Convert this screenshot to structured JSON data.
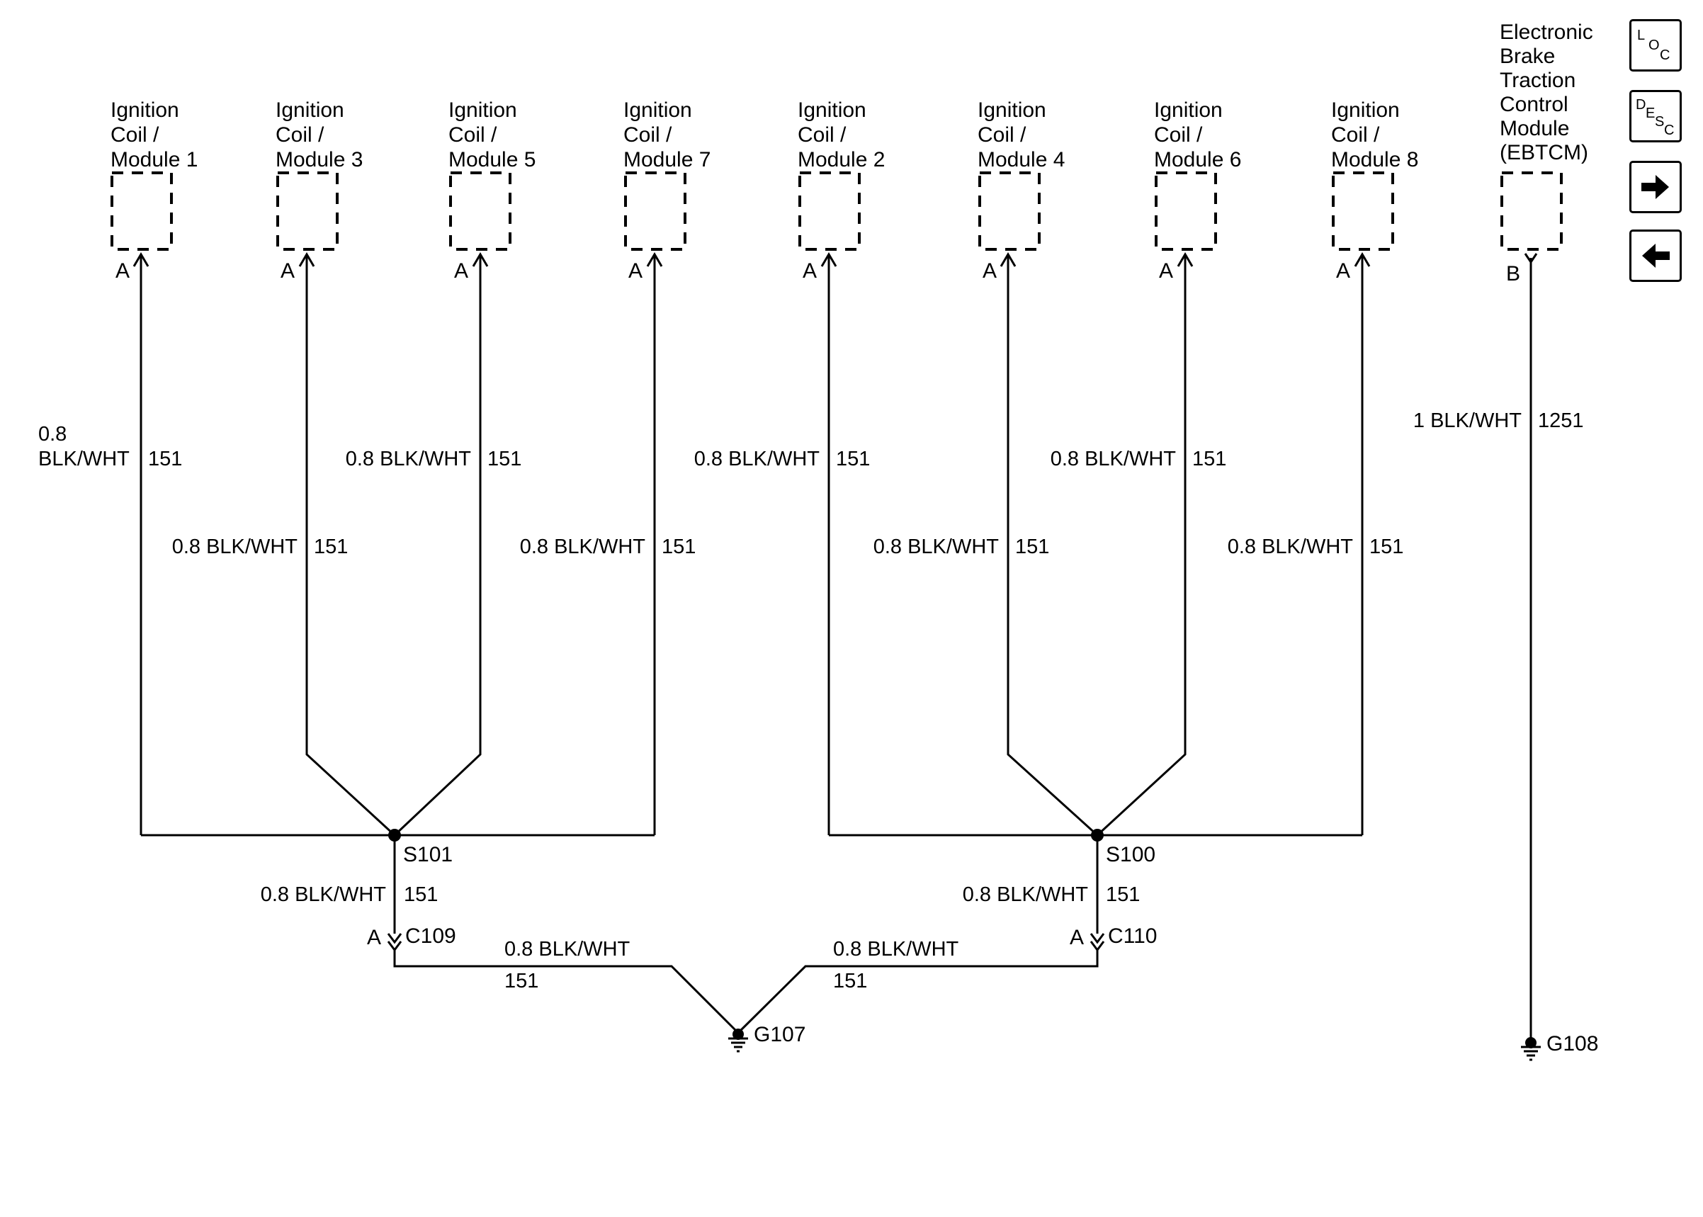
{
  "modules": [
    {
      "name_lines": [
        "Ignition",
        "Coil /",
        "Module 1"
      ],
      "pin": "A"
    },
    {
      "name_lines": [
        "Ignition",
        "Coil /",
        "Module 3"
      ],
      "pin": "A"
    },
    {
      "name_lines": [
        "Ignition",
        "Coil /",
        "Module 5"
      ],
      "pin": "A"
    },
    {
      "name_lines": [
        "Ignition",
        "Coil /",
        "Module 7"
      ],
      "pin": "A"
    },
    {
      "name_lines": [
        "Ignition",
        "Coil /",
        "Module 2"
      ],
      "pin": "A"
    },
    {
      "name_lines": [
        "Ignition",
        "Coil /",
        "Module 4"
      ],
      "pin": "A"
    },
    {
      "name_lines": [
        "Ignition",
        "Coil /",
        "Module 6"
      ],
      "pin": "A"
    },
    {
      "name_lines": [
        "Ignition",
        "Coil /",
        "Module 8"
      ],
      "pin": "A"
    },
    {
      "name_lines": [
        "Electronic",
        "Brake",
        "Traction",
        "Control",
        "Module",
        "(EBTCM)"
      ],
      "pin": "B"
    }
  ],
  "wires": {
    "module_1": {
      "size_color_lines": [
        "0.8",
        "BLK/WHT"
      ],
      "circuit": "151"
    },
    "module_3": {
      "size_color": "0.8 BLK/WHT",
      "circuit": "151"
    },
    "module_5": {
      "size_color": "0.8 BLK/WHT",
      "circuit": "151"
    },
    "module_7": {
      "size_color": "0.8 BLK/WHT",
      "circuit": "151"
    },
    "module_2": {
      "size_color": "0.8 BLK/WHT",
      "circuit": "151"
    },
    "module_4": {
      "size_color": "0.8 BLK/WHT",
      "circuit": "151"
    },
    "module_6": {
      "size_color": "0.8 BLK/WHT",
      "circuit": "151"
    },
    "module_8": {
      "size_color": "0.8 BLK/WHT",
      "circuit": "151"
    },
    "ebtcm": {
      "size_color": "1 BLK/WHT",
      "circuit": "1251"
    },
    "s101_down": {
      "size_color": "0.8 BLK/WHT",
      "circuit": "151"
    },
    "s100_down": {
      "size_color": "0.8 BLK/WHT",
      "circuit": "151"
    },
    "c109_to_g107": {
      "size_color": "0.8 BLK/WHT",
      "circuit": "151"
    },
    "c110_to_g107": {
      "size_color": "0.8 BLK/WHT",
      "circuit": "151"
    }
  },
  "splices": {
    "left": "S101",
    "right": "S100"
  },
  "connectors": {
    "left": {
      "name": "C109",
      "pin": "A"
    },
    "right": {
      "name": "C110",
      "pin": "A"
    }
  },
  "grounds": {
    "main": "G107",
    "ebtcm": "G108"
  },
  "nav": {
    "loc": {
      "l1": "L",
      "l2": "O",
      "l3": "C",
      "icon": "location-icon"
    },
    "desc": {
      "l1": "D",
      "l2": "E",
      "l3": "S",
      "l4": "C",
      "icon": "description-icon"
    },
    "next": {
      "icon": "arrow-right-icon"
    },
    "prev": {
      "icon": "arrow-left-icon"
    }
  }
}
